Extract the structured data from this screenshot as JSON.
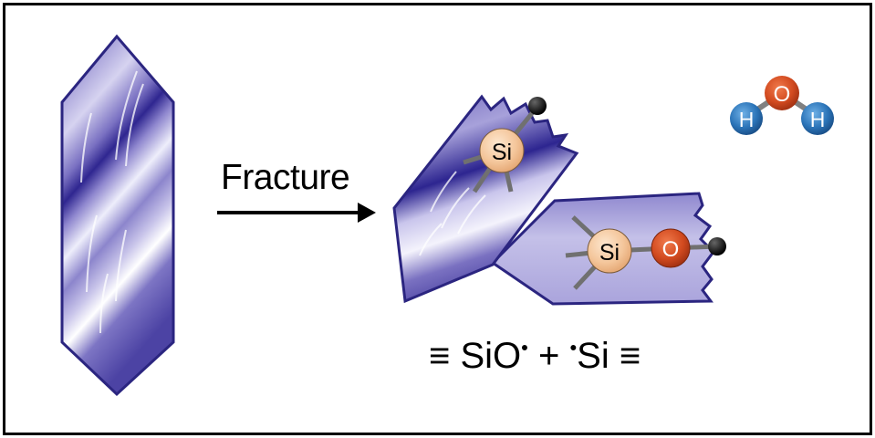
{
  "diagram": {
    "arrow_label": "Fracture",
    "equation": {
      "left_bond": "≡",
      "left_species": "SiO",
      "plus": "+",
      "right_species": "Si",
      "right_bond": "≡",
      "radical_dot": "•"
    },
    "atoms": {
      "silicon": "Si",
      "oxygen": "O",
      "hydrogen": "H"
    }
  },
  "colors": {
    "crystal_dark": "#3f3597",
    "crystal_light": "#b7b2e0",
    "crystal_edge": "#2b2580",
    "silicon_fill": "#f4c69b",
    "oxygen_fill": "#d24a1f",
    "hydrogen_fill": "#2b74b8",
    "bond_gray": "#6e6e6e",
    "text": "#000000",
    "background": "#ffffff"
  }
}
